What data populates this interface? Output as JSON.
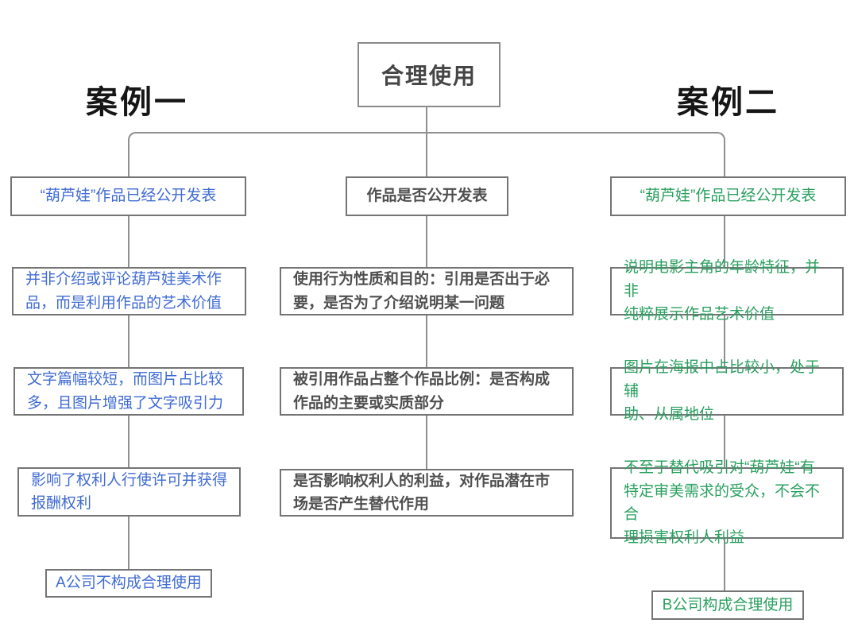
{
  "title": "合理使用流程对比图",
  "colors": {
    "case1": "#3f6bd3",
    "case2": "#2aa05f",
    "criteria": "#4f4f4f",
    "border": "#747474",
    "line": "#8f8f8f"
  },
  "root": {
    "label": "合理使用"
  },
  "headings": {
    "case1": "案例一",
    "case2": "案例二"
  },
  "case1": {
    "boxes": [
      {
        "text": "“葫芦娃”作品已经公开发表"
      },
      {
        "text": "并非介绍或评论葫芦娃美术作\n品，而是利用作品的艺术价值"
      },
      {
        "text": "文字篇幅较短，而图片占比较\n多，且图片增强了文字吸引力"
      },
      {
        "text": "影响了权利人行使许可并获得\n报酬权利"
      },
      {
        "text": "A公司不构成合理使用"
      }
    ]
  },
  "criteria": {
    "boxes": [
      {
        "text": "作品是否公开发表"
      },
      {
        "text": "使用行为性质和目的：引用是否出于必\n要，是否为了介绍说明某一问题"
      },
      {
        "text": "被引用作品占整个作品比例：是否构成\n作品的主要或实质部分"
      },
      {
        "text": "是否影响权利人的利益，对作品潜在市\n场是否产生替代作用"
      }
    ]
  },
  "case2": {
    "boxes": [
      {
        "text": "“葫芦娃”作品已经公开发表"
      },
      {
        "text": "说明电影主角的年龄特征，并非\n纯粹展示作品艺术价值"
      },
      {
        "text": "图片在海报中占比较小，处于辅\n助、从属地位"
      },
      {
        "text": "不至于替代吸引对“葫芦娃“有\n特定审美需求的受众，不会不合\n理损害权利人利益"
      },
      {
        "text": "B公司构成合理使用"
      }
    ]
  }
}
